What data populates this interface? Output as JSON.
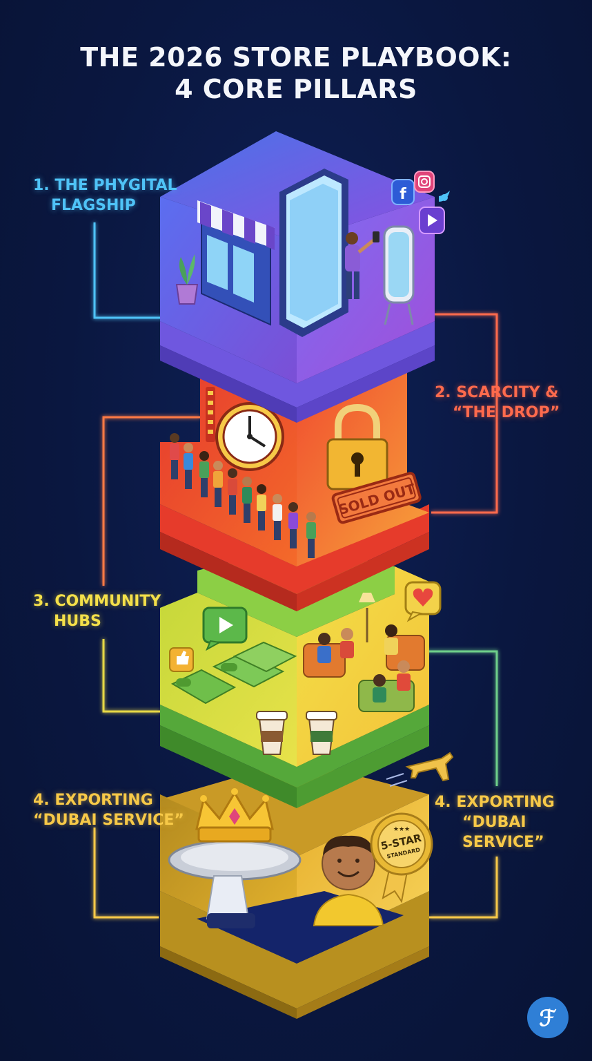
{
  "title": {
    "line1": "THE 2026 STORE PLAYBOOK:",
    "line2": "4 CORE PILLARS"
  },
  "pillars": [
    {
      "id": 1,
      "line1": "1. THE PHYGITAL",
      "line2": "FLAGSHIP",
      "color": "#4fc3f7",
      "layer_color": "#6a5ae0"
    },
    {
      "id": 2,
      "line1": "2. SCARCITY &",
      "line2": "“THE DROP”",
      "color": "#ff6a4d",
      "layer_color": "#e8452f"
    },
    {
      "id": 3,
      "line1": "3. COMMUNITY",
      "line2": "HUBS",
      "color": "#f4e04a",
      "layer_color": "#d8d83a"
    },
    {
      "id": 4,
      "line1": "4. EXPORTING",
      "line2": "“DUBAI SERVICE”",
      "color": "#f7c948",
      "layer_color": "#e7b02e"
    },
    {
      "id": 5,
      "line1": "4. EXPORTING",
      "line2": "“DUBAI",
      "line3": "SERVICE”",
      "color": "#f7c948"
    }
  ],
  "graphics": {
    "sold_out": "SOLD OUT",
    "badge_top": "5-STAR",
    "badge_bottom": "STANDARD",
    "badge_stars": "★★★",
    "logo_letter": "ℱ"
  },
  "icons": [
    "storefront-icon",
    "smartphone-icon",
    "mirror-icon",
    "facebook-icon",
    "instagram-icon",
    "twitter-icon",
    "play-icon",
    "clock-icon",
    "padlock-icon",
    "play-bubble-icon",
    "like-icon",
    "heart-bubble-icon",
    "coffee-cup-icon",
    "airplane-icon",
    "crown-icon",
    "serving-tray-icon",
    "medal-icon",
    "logo-icon"
  ]
}
